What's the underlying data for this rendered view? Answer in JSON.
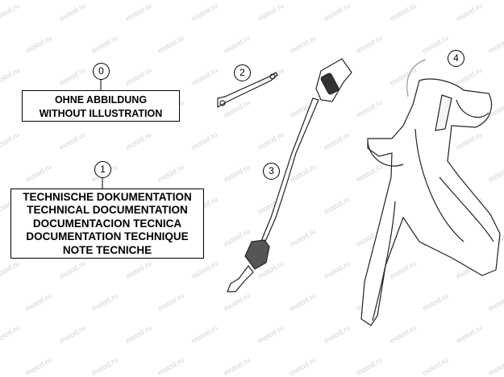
{
  "watermark": "motod.ru",
  "callouts": [
    {
      "id": "0",
      "label": "0"
    },
    {
      "id": "1",
      "label": "1"
    },
    {
      "id": "2",
      "label": "2"
    },
    {
      "id": "3",
      "label": "3"
    },
    {
      "id": "4",
      "label": "4"
    }
  ],
  "no_illustration_box": {
    "lines": [
      "OHNE ABBILDUNG",
      "WITHOUT ILLUSTRATION"
    ]
  },
  "documentation_box": {
    "lines": [
      "TECHNISCHE DOKUMENTATION",
      "TECHNICAL DOCUMENTATION",
      "DOCUMENTACION TECNICA",
      "DOCUMENTATION TECHNIQUE",
      "NOTE TECNICHE"
    ]
  }
}
